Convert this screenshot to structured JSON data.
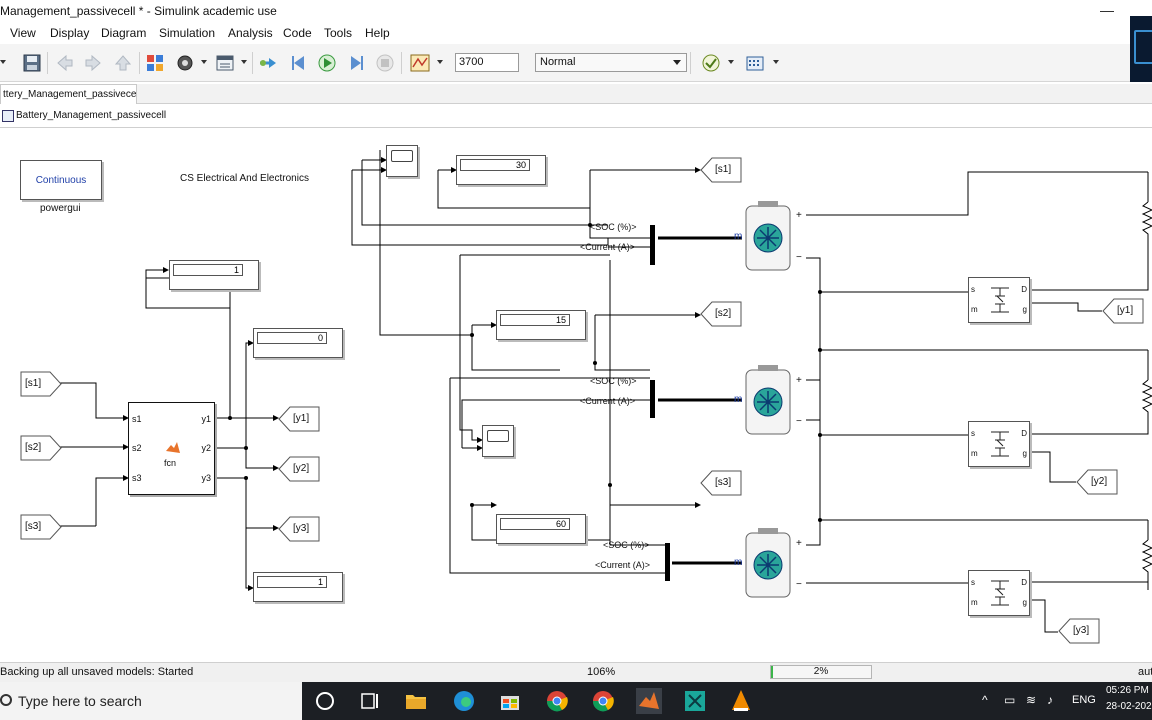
{
  "window": {
    "title": "Management_passivecell * - Simulink academic use",
    "minimize_glyph": "—"
  },
  "menu": [
    "View",
    "Display",
    "Diagram",
    "Simulation",
    "Analysis",
    "Code",
    "Tools",
    "Help"
  ],
  "toolbar": {
    "stop_time": "3700",
    "sim_mode": "Normal",
    "icons": [
      "open-folder-icon",
      "save-icon",
      "back-icon",
      "forward-icon",
      "up-icon",
      "library-browser-icon",
      "model-settings-icon",
      "model-explorer-icon",
      "step-back-icon",
      "run-icon",
      "step-forward-icon",
      "stop-icon",
      "scope-icon",
      "check-icon",
      "build-icon"
    ]
  },
  "tabs": {
    "model_tab": "ttery_Management_passivecell"
  },
  "breadcrumb": {
    "path": "Battery_Management_passivecell"
  },
  "diagram": {
    "powergui": {
      "mode": "Continuous",
      "label": "powergui"
    },
    "annotation": "CS Electrical And Electronics",
    "displays": [
      "1",
      "0",
      "1",
      "30",
      "15",
      "60"
    ],
    "fcn": {
      "label": "fcn",
      "inputs": [
        "s1",
        "s2",
        "s3"
      ],
      "outputs": [
        "y1",
        "y2",
        "y3"
      ]
    },
    "from_tags": [
      "[s1]",
      "[s2]",
      "[s3]",
      "[y1]",
      "[y2]",
      "[y3]"
    ],
    "goto_tags": [
      "[y1]",
      "[y2]",
      "[y3]",
      "[s1]",
      "[s2]",
      "[s3]"
    ],
    "bus_labels": {
      "soc": "<SOC (%)>",
      "current": "<Current (A)>"
    },
    "battery_port_m": "m",
    "battery_plus": "+",
    "battery_minus": "−",
    "mosfet_ports": {
      "s": "s",
      "d": "D",
      "m": "m",
      "g": "g"
    }
  },
  "status": {
    "message": "Backing up all unsaved models: Started",
    "zoom": "106%",
    "progress_percent": 2,
    "progress_label": "2%",
    "solver": "aut"
  },
  "taskbar": {
    "search_placeholder": "Type here to search",
    "language": "ENG",
    "time": "05:26 PM",
    "date": "28-02-202",
    "apps": [
      "cortana-icon",
      "task-view-icon",
      "file-explorer-icon",
      "edge-icon",
      "store-icon",
      "chrome-icon",
      "chrome-profile-icon",
      "matlab-icon",
      "app-icon",
      "vlc-icon"
    ]
  },
  "colors": {
    "accent_blue": "#1f6fd1",
    "progress_green": "#3cb54a",
    "taskbar": "#1c1f24",
    "battery_teal": "#2aa59a"
  }
}
